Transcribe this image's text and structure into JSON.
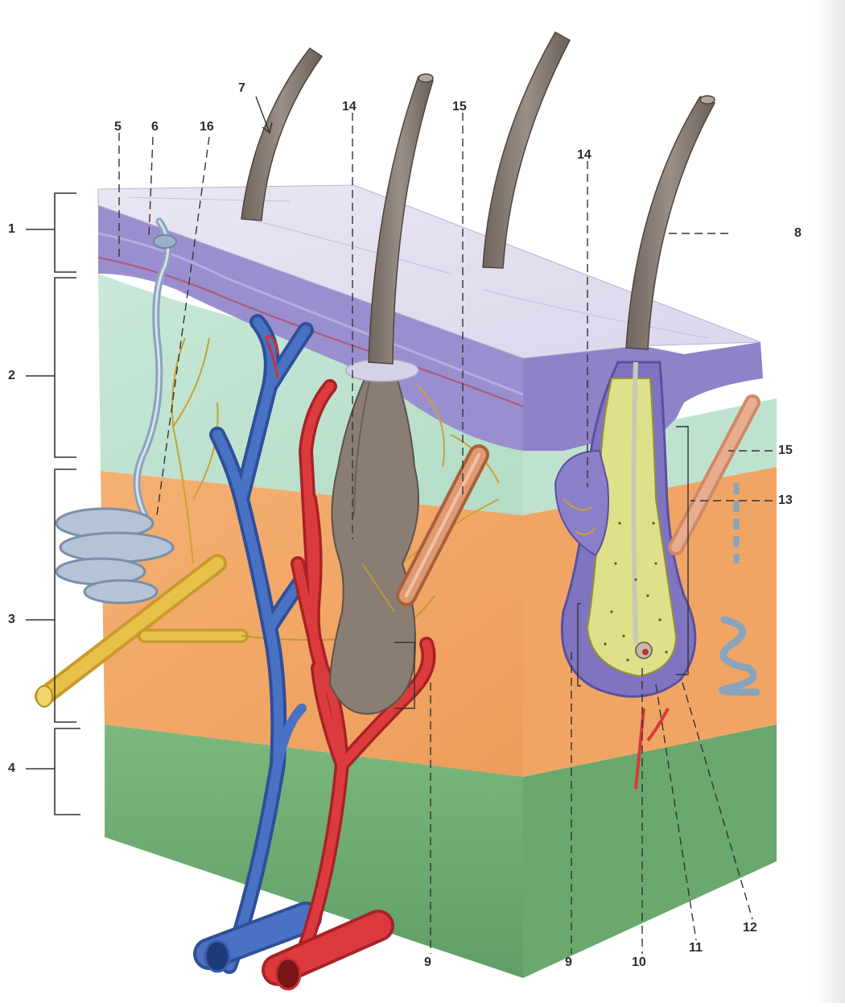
{
  "figure": {
    "labels": {
      "l1": "1",
      "l2": "2",
      "l3": "3",
      "l4": "4",
      "l5": "5",
      "l6": "6",
      "l7": "7",
      "l8": "8",
      "l9a": "9",
      "l9b": "9",
      "l10": "10",
      "l11": "11",
      "l12": "12",
      "l13": "13",
      "l14a": "14",
      "l14b": "14",
      "l15a": "15",
      "l15b": "15",
      "l16": "16"
    },
    "colors": {
      "epidermis_top": "#e6e2f0",
      "epidermis_layer": "#8b7fc4",
      "dermis": "#bfe3d2",
      "hypodermis": "#f2a868",
      "fascia": "#6fae72",
      "vein": "#3f63b5",
      "artery": "#d9383a",
      "nerve": "#e0b43a",
      "hair": "#8a7f76",
      "sweat_gland": "#9ab0c8"
    }
  }
}
